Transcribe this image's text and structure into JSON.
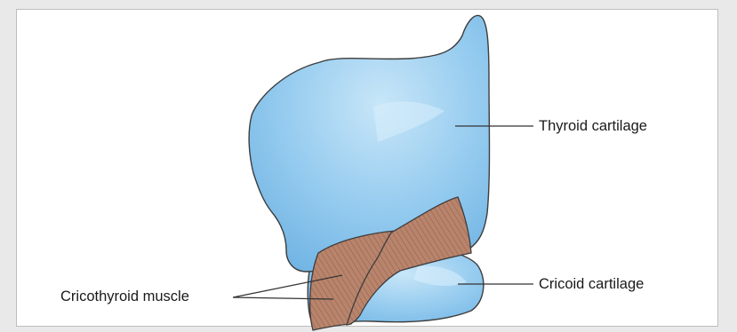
{
  "labels": {
    "thyroid_cartilage": "Thyroid cartilage",
    "cricoid_cartilage": "Cricoid cartilage",
    "cricothyroid_muscle": "Cricothyroid muscle"
  },
  "colors": {
    "background": "#e9e9e9",
    "cartilage_fill": "#8cc6ec",
    "cartilage_highlight": "#c8e6f8",
    "muscle_fill": "#b9846c",
    "muscle_stripe": "#8e5d49",
    "outline": "#3d3d3d",
    "leader_line": "#333333"
  }
}
